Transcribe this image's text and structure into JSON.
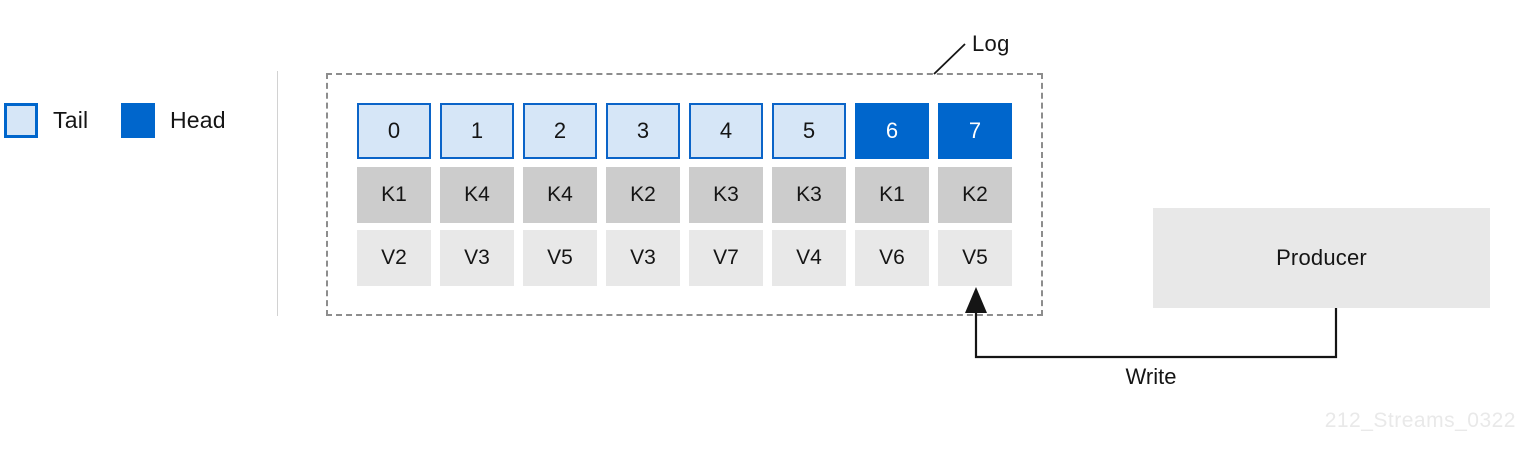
{
  "legend": {
    "tail_label": "Tail",
    "head_label": "Head"
  },
  "log": {
    "label": "Log",
    "offsets": [
      {
        "label": "0",
        "state": "tail"
      },
      {
        "label": "1",
        "state": "tail"
      },
      {
        "label": "2",
        "state": "tail"
      },
      {
        "label": "3",
        "state": "tail"
      },
      {
        "label": "4",
        "state": "tail"
      },
      {
        "label": "5",
        "state": "tail"
      },
      {
        "label": "6",
        "state": "head"
      },
      {
        "label": "7",
        "state": "head"
      }
    ],
    "keys": [
      "K1",
      "K4",
      "K4",
      "K2",
      "K3",
      "K3",
      "K1",
      "K2"
    ],
    "values": [
      "V2",
      "V3",
      "V5",
      "V3",
      "V7",
      "V4",
      "V6",
      "V5"
    ]
  },
  "producer": {
    "label": "Producer"
  },
  "write": {
    "label": "Write"
  },
  "watermark": "212_Streams_0322",
  "colors": {
    "head": "#0066cc",
    "tail_fill": "#d6e6f7",
    "tail_border": "#0066cc",
    "key_cell": "#cccccc",
    "value_cell": "#e8e8e8",
    "producer_box": "#e8e8e8",
    "line": "#151515",
    "dashed_border": "#8d8d8d",
    "watermark_text": "#e9e9e9"
  }
}
